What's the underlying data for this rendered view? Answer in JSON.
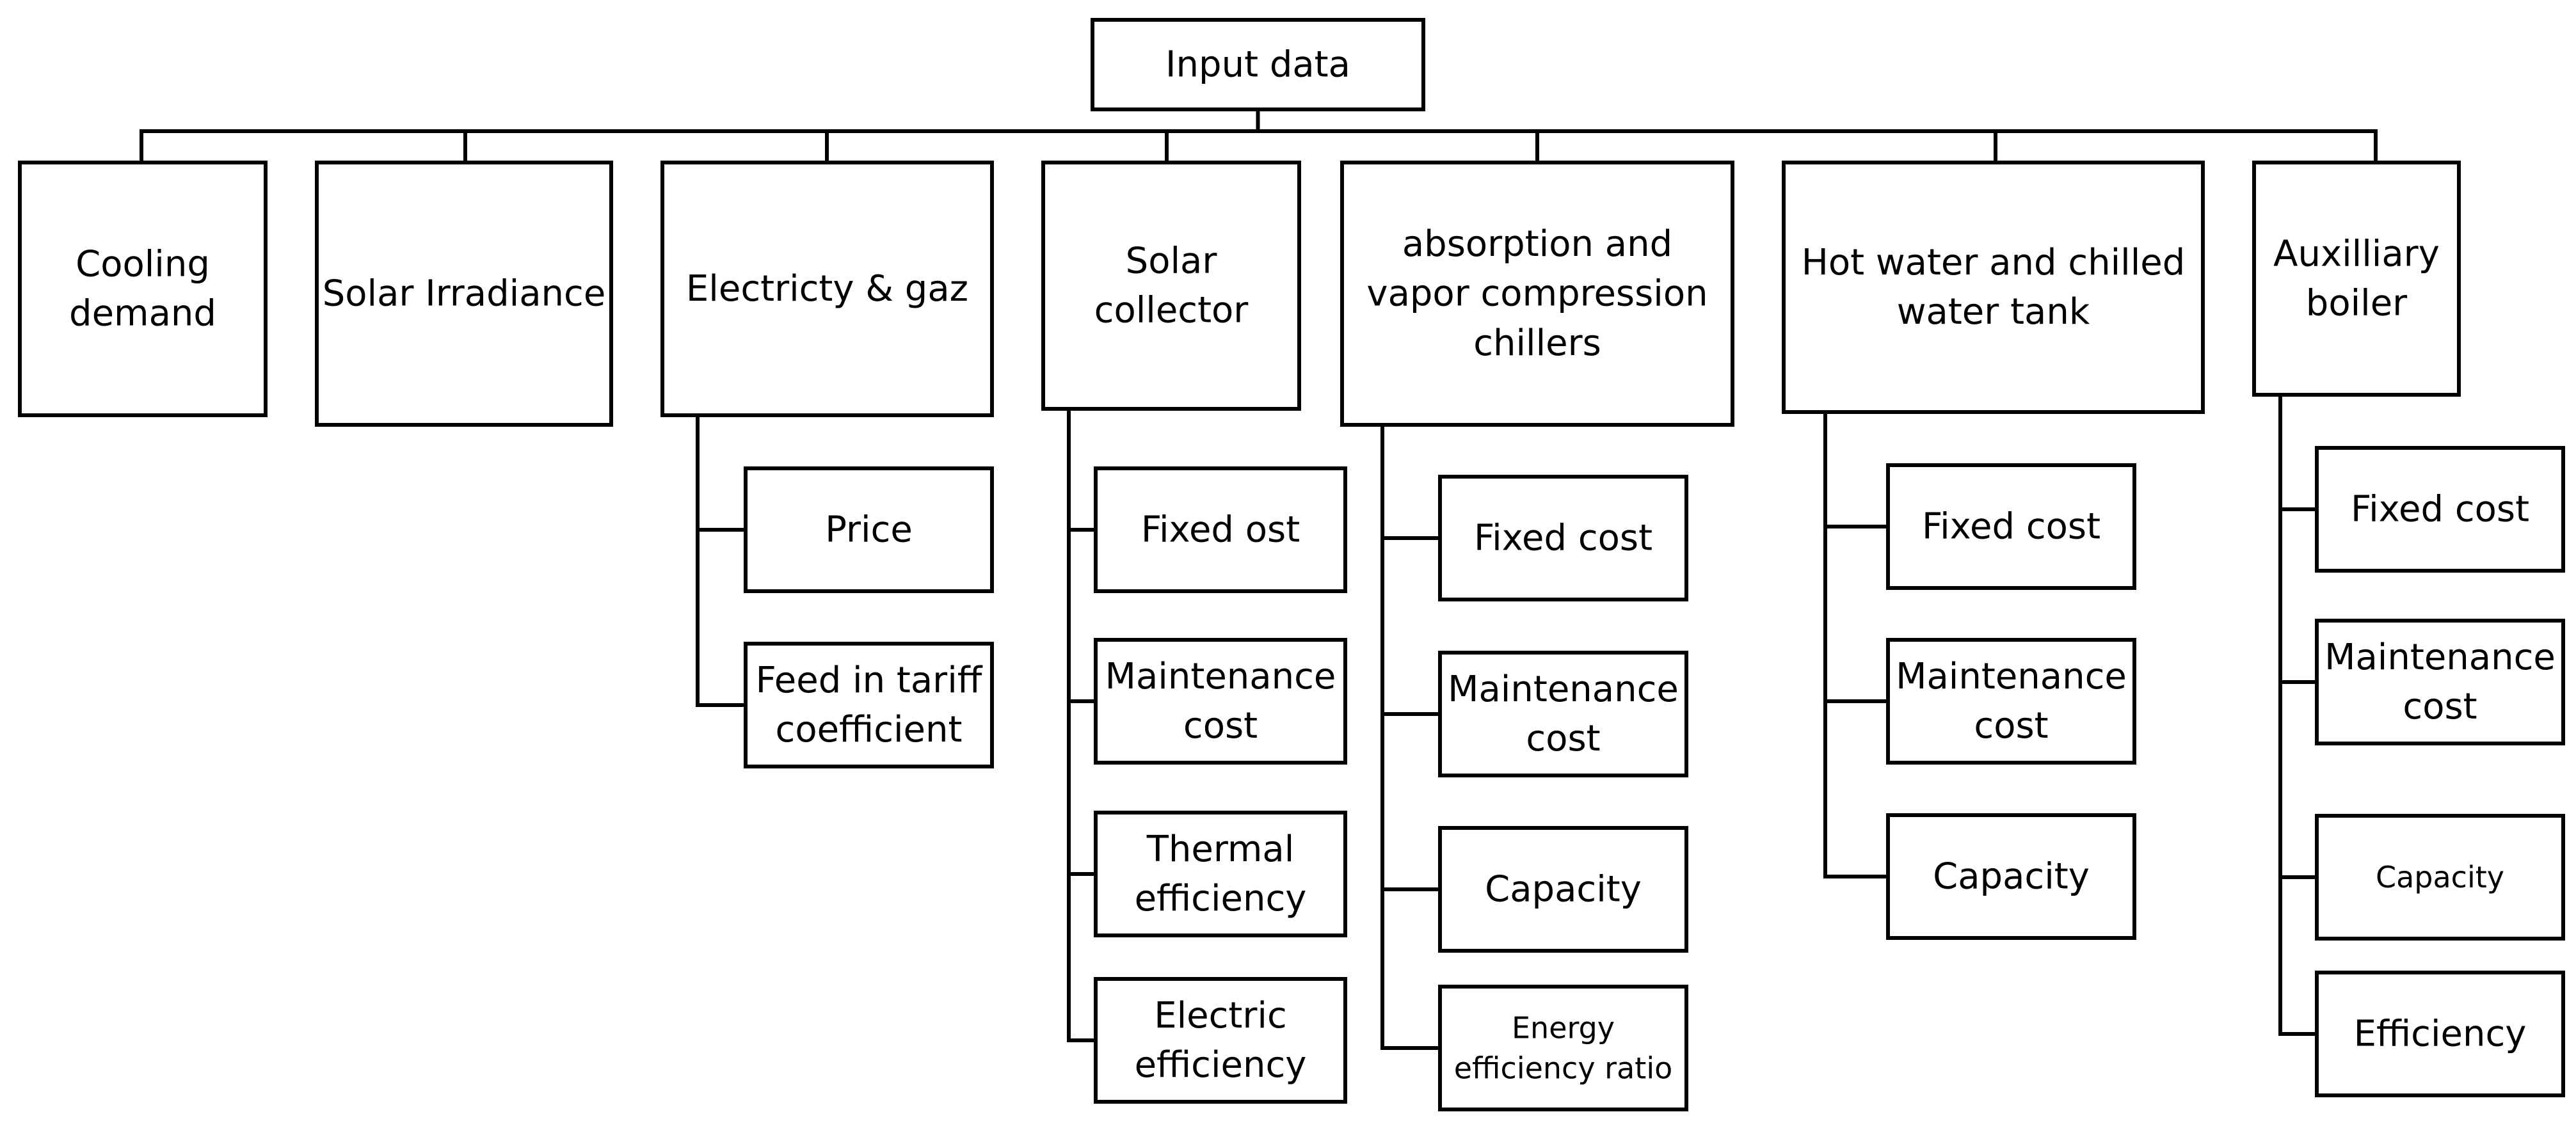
{
  "diagram": {
    "root": {
      "label": [
        "Input data"
      ]
    },
    "categories": [
      {
        "id": "cooling",
        "label": [
          "Cooling",
          "demand"
        ],
        "children": []
      },
      {
        "id": "solar-irradiance",
        "label": [
          "Solar Irradiance"
        ],
        "children": []
      },
      {
        "id": "electricity",
        "label": [
          "Electricty & gaz"
        ],
        "children": [
          {
            "label": [
              "Price"
            ]
          },
          {
            "label": [
              "Feed in tariff",
              "coefficient"
            ]
          }
        ]
      },
      {
        "id": "solar-collector",
        "label": [
          "Solar",
          "collector"
        ],
        "children": [
          {
            "label": [
              "Fixed ost"
            ]
          },
          {
            "label": [
              "Maintenance",
              "cost"
            ]
          },
          {
            "label": [
              "Thermal",
              "efficiency"
            ]
          },
          {
            "label": [
              "Electric",
              "efficiency"
            ]
          }
        ]
      },
      {
        "id": "chillers",
        "label": [
          "absorption and",
          "vapor compression",
          "chillers"
        ],
        "children": [
          {
            "label": [
              "Fixed cost"
            ]
          },
          {
            "label": [
              "Maintenance",
              "cost"
            ]
          },
          {
            "label": [
              "Capacity"
            ]
          },
          {
            "label": [
              "Energy",
              "efficiency ratio"
            ]
          }
        ]
      },
      {
        "id": "tanks",
        "label": [
          "Hot water and  chilled",
          "water tank"
        ],
        "children": [
          {
            "label": [
              "Fixed cost"
            ]
          },
          {
            "label": [
              "Maintenance",
              "cost"
            ]
          },
          {
            "label": [
              "Capacity"
            ]
          }
        ]
      },
      {
        "id": "boiler",
        "label": [
          "Auxilliary",
          "boiler"
        ],
        "children": [
          {
            "label": [
              "Fixed cost"
            ]
          },
          {
            "label": [
              "Maintenance",
              "cost"
            ]
          },
          {
            "label": [
              "Capacity"
            ]
          },
          {
            "label": [
              "Efficiency"
            ]
          }
        ]
      }
    ]
  }
}
